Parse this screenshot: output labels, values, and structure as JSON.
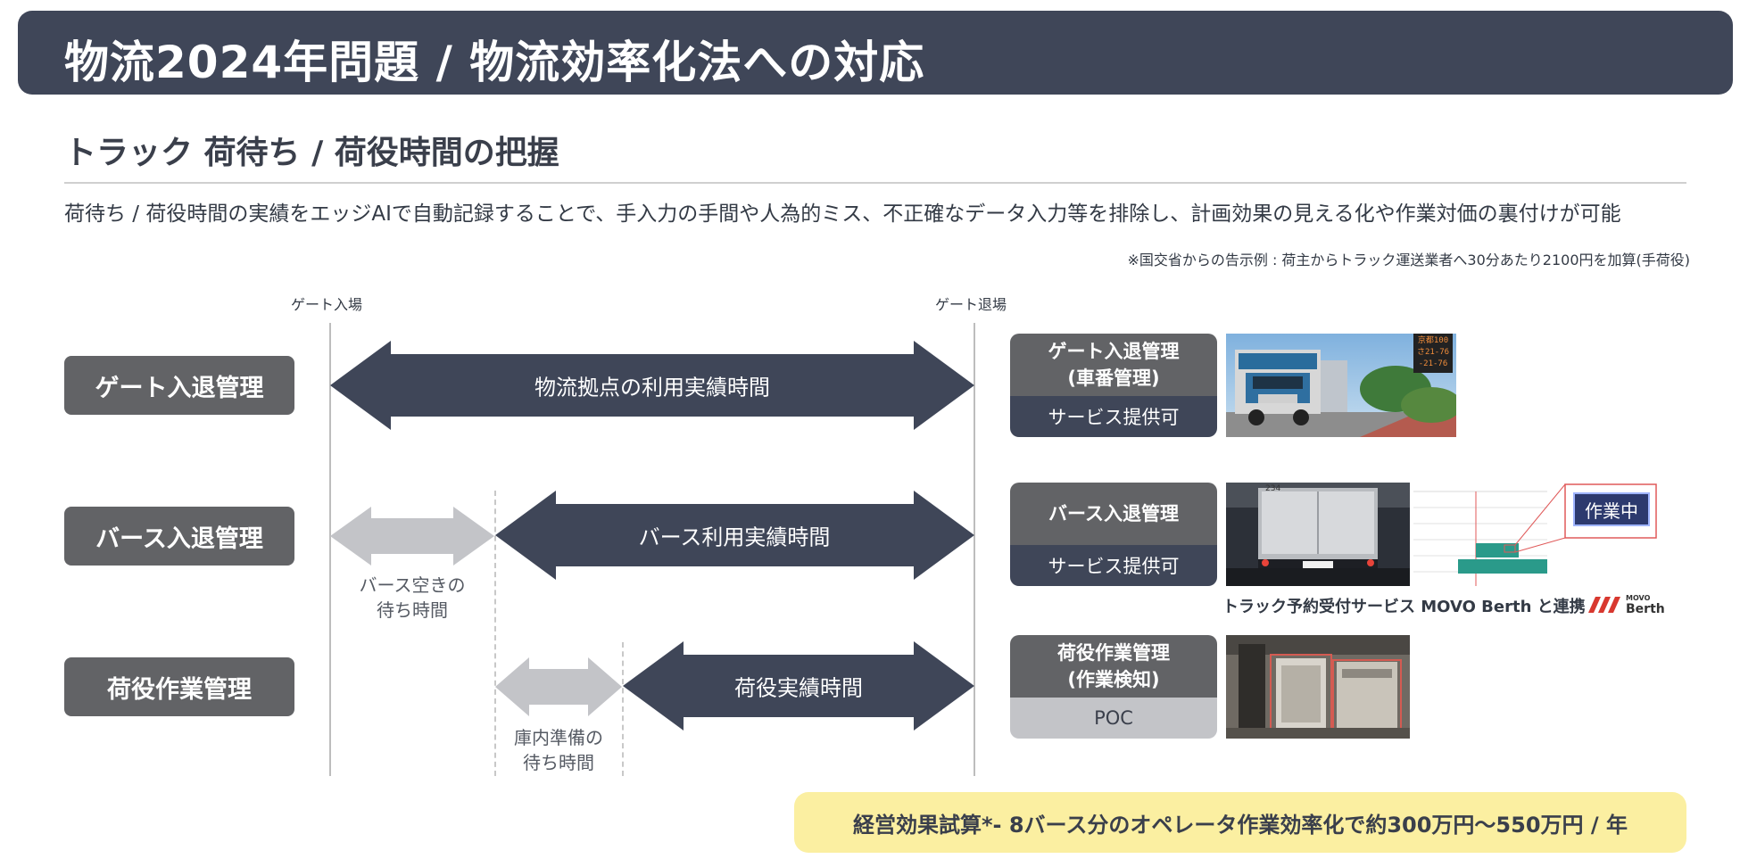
{
  "header": {
    "title": "物流2024年問題 / 物流効率化法への対応"
  },
  "section": {
    "title": "トラック 荷待ち / 荷役時間の把握",
    "description": "荷待ち / 荷役時間の実績をエッジAIで自動記録することで、手入力の手間や人為的ミス、不正確なデータ入力等を排除し、計画効果の見える化や作業対価の裏付けが可能",
    "note": "※国交省からの告示例 : 荷主からトラック運送業者へ30分あたり2100円を加算(手荷役)"
  },
  "timeline": {
    "gate_in": "ゲート入場",
    "gate_out": "ゲート退場",
    "rows": [
      {
        "label": "ゲート入退管理",
        "arrow": "物流拠点の利用実績時間"
      },
      {
        "label": "バース入退管理",
        "arrow": "バース利用実績時間",
        "wait_line1": "バース空きの",
        "wait_line2": "待ち時間"
      },
      {
        "label": "荷役作業管理",
        "arrow": "荷役実績時間",
        "wait_line1": "庫内準備の",
        "wait_line2": "待ち時間"
      }
    ]
  },
  "services": [
    {
      "title_line1": "ゲート入退管理",
      "title_line2": "(車番管理)",
      "status": "サービス提供可"
    },
    {
      "title_line1": "バース入退管理",
      "status": "サービス提供可"
    },
    {
      "title_line1": "荷役作業管理",
      "title_line2": "(作業検知)",
      "status": "POC"
    }
  ],
  "photos": {
    "plate_line1": "京都100",
    "plate_line2": "さ21-76",
    "plate_line3": "-21-76",
    "truck_number": "234",
    "working_badge": "作業中"
  },
  "movo": {
    "caption": "トラック予約受付サービス MOVO Berth と連携",
    "logo_small": "MOVO",
    "logo_main": "Berth"
  },
  "effect": {
    "text": "経営効果試算*- 8バース分のオペレータ作業効率化で約300万円〜550万円 / 年"
  },
  "colors": {
    "dark": "#3f4658",
    "gray": "#626366",
    "light_arrow": "#c3c4c8",
    "highlight": "#fbefa1"
  }
}
